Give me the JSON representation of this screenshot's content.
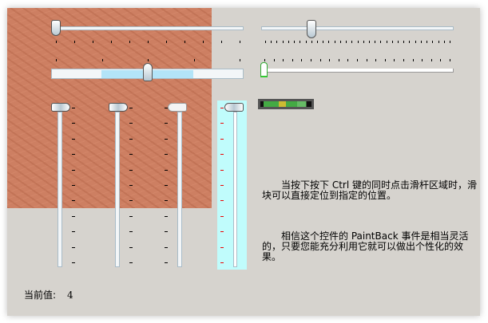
{
  "hsliders": [
    {
      "name": "slider-top-left",
      "value_fraction": 0.0,
      "ticks": 11
    },
    {
      "name": "range-slider",
      "value_fraction": 0.5,
      "selection": [
        0.25,
        0.75
      ],
      "ticks": 5
    },
    {
      "name": "slider-top-right",
      "value_fraction": 0.25,
      "ticks": 33
    },
    {
      "name": "slider-green",
      "value_fraction": 0.0,
      "ticks": 21
    }
  ],
  "vsliders_value_fraction": 0.0,
  "texts": {
    "ctrl_hint": "当按下按下 Ctrl 键的同时点击滑杆区域时，滑块可以直接定位到指定的位置。",
    "paintback_hint": "相信这个控件的 PaintBack 事件是相当灵活的，只要您能充分利用它就可以做出个性化的效果。",
    "current_label": "当前值:",
    "current_value": "4"
  },
  "colors": {
    "texture": "#cd7f62",
    "panel": "#d6d3ce",
    "cyan": "#c0fcfc",
    "selection": "#b3e4f8"
  }
}
